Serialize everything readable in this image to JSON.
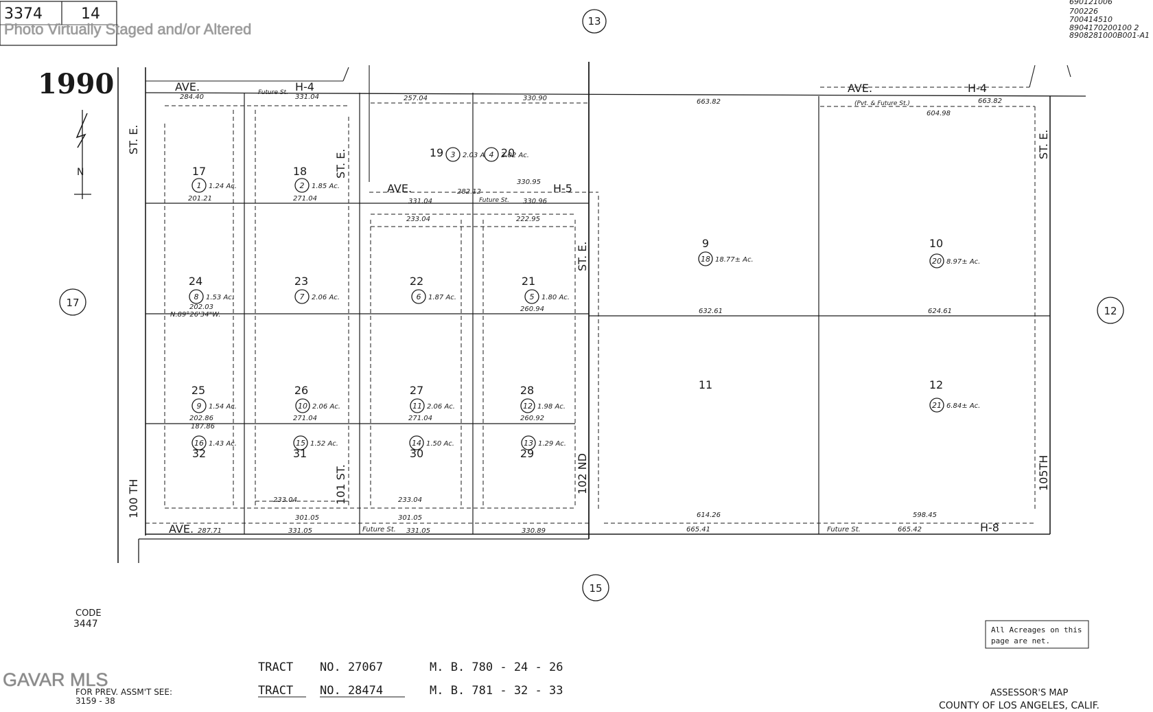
{
  "header": {
    "map_book": "3374",
    "map_page": "14",
    "year": "1990",
    "watermark_top": "Photo Virtually Staged and/or Altered",
    "watermark_bottom": "GAVAR MLS",
    "file_codes": [
      "690121006",
      "700226",
      "700414510",
      "8904170200100 2",
      "8908281000B001-A1"
    ]
  },
  "adjoining_pages": [
    "13",
    "17",
    "12",
    "15"
  ],
  "streets": {
    "ave_h4": [
      "AVE.",
      "H-4"
    ],
    "ave_h5": [
      "AVE.",
      "H-5"
    ],
    "ave_h8": [
      "AVE.",
      "H-8"
    ],
    "st_e_100th": [
      "100 TH",
      "ST. E."
    ],
    "st_e_101": [
      "101 ST.",
      "ST. E."
    ],
    "st_e_102": [
      "102 ND",
      "ST. E."
    ],
    "st_e_105th": [
      "105TH",
      "ST. E."
    ],
    "future_st": "Future St.",
    "pvt_future_st": "(Pvt. & Future St.)"
  },
  "lots": [
    {
      "lot": "17",
      "parcel": "1",
      "acres": "1.24 Ac."
    },
    {
      "lot": "18",
      "parcel": "2",
      "acres": "1.85 Ac."
    },
    {
      "lot": "19",
      "parcel": "3",
      "acres": "2.03 Ac."
    },
    {
      "lot": "20",
      "parcel": "4",
      "acres": "2.02 Ac."
    },
    {
      "lot": "21",
      "parcel": "5",
      "acres": "1.80 Ac."
    },
    {
      "lot": "22",
      "parcel": "6",
      "acres": "1.87 Ac."
    },
    {
      "lot": "23",
      "parcel": "7",
      "acres": "2.06 Ac."
    },
    {
      "lot": "24",
      "parcel": "8",
      "acres": "1.53 Ac."
    },
    {
      "lot": "25",
      "parcel": "9",
      "acres": "1.54 Ac."
    },
    {
      "lot": "26",
      "parcel": "10",
      "acres": "2.06 Ac."
    },
    {
      "lot": "27",
      "parcel": "11",
      "acres": "2.06 Ac."
    },
    {
      "lot": "28",
      "parcel": "12",
      "acres": "1.98 Ac."
    },
    {
      "lot": "29",
      "parcel": "13",
      "acres": "1.29 Ac."
    },
    {
      "lot": "30",
      "parcel": "14",
      "acres": "1.50 Ac."
    },
    {
      "lot": "31",
      "parcel": "15",
      "acres": "1.52 Ac."
    },
    {
      "lot": "32",
      "parcel": "16",
      "acres": "1.43 Ac."
    },
    {
      "lot": "9",
      "parcel": "18",
      "acres": "18.77± Ac."
    },
    {
      "lot": "10",
      "parcel": "20",
      "acres": "8.97± Ac."
    },
    {
      "lot": "11",
      "parcel": "",
      "acres": ""
    },
    {
      "lot": "12",
      "parcel": "21",
      "acres": "6.84± Ac."
    }
  ],
  "dimensions": {
    "top_row": [
      "284.40",
      "331.04",
      "257.04",
      "330.90",
      "663.82",
      "663.82"
    ],
    "h5_row": [
      "282.12",
      "330.95",
      "331.04",
      "330.96"
    ],
    "mid_row": [
      "271.04",
      "201.21",
      "233.04",
      "222.95",
      "632.61",
      "624.61"
    ],
    "bottom_row": [
      "287.71",
      "331.05",
      "331.05",
      "330.89",
      "665.41",
      "665.42"
    ],
    "misc": [
      "604.98",
      "202.03",
      "260.94",
      "202.86",
      "271.04",
      "260.92",
      "187.86",
      "614.26",
      "598.45",
      "233.04",
      "301.05",
      "N.89°26'34\"W."
    ]
  },
  "code": {
    "label": "CODE",
    "value": "3447"
  },
  "prev_assmt": {
    "label": "FOR PREV. ASSM'T SEE:",
    "value": "3159 - 38"
  },
  "tracts": [
    {
      "label": "TRACT",
      "no": "NO. 27067",
      "mb": "M. B. 780 - 24 - 26"
    },
    {
      "label": "TRACT",
      "no": "NO. 28474",
      "mb": "M. B. 781 - 32 - 33"
    }
  ],
  "note": [
    "All Acreages on this",
    "page are net."
  ],
  "footer": {
    "line1": "ASSESSOR'S MAP",
    "line2": "COUNTY OF LOS ANGELES, CALIF."
  }
}
